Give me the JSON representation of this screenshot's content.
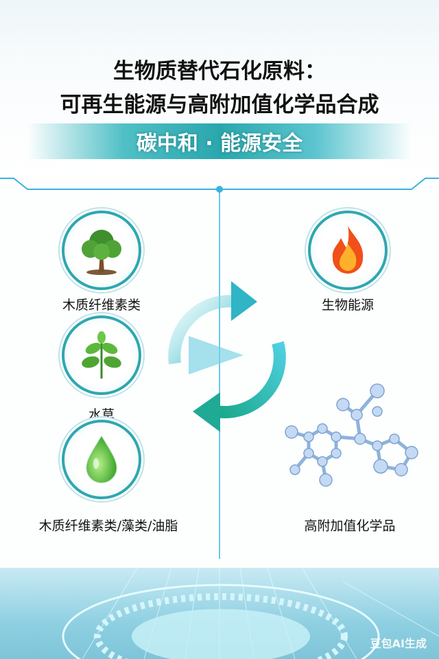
{
  "header": {
    "title_line1": "生物质替代石化原料：",
    "title_line2": "可再生能源与高附加值化学品合成",
    "banner": "碳中和 · 能源安全"
  },
  "inputs": [
    {
      "label": "木质纤维素类",
      "icon": "tree-icon"
    },
    {
      "label": "水草",
      "icon": "plant-icon"
    },
    {
      "label": "木质纤维素类/藻类/油脂",
      "icon": "green-droplet-icon"
    }
  ],
  "outputs": [
    {
      "label": "生物能源",
      "icon": "flame-icon"
    },
    {
      "label": "高附加值化学品",
      "icon": "molecule-icon"
    }
  ],
  "colors": {
    "accent": "#2fa7b0",
    "line": "#3bb3e0"
  },
  "watermark": "豆包AI生成"
}
